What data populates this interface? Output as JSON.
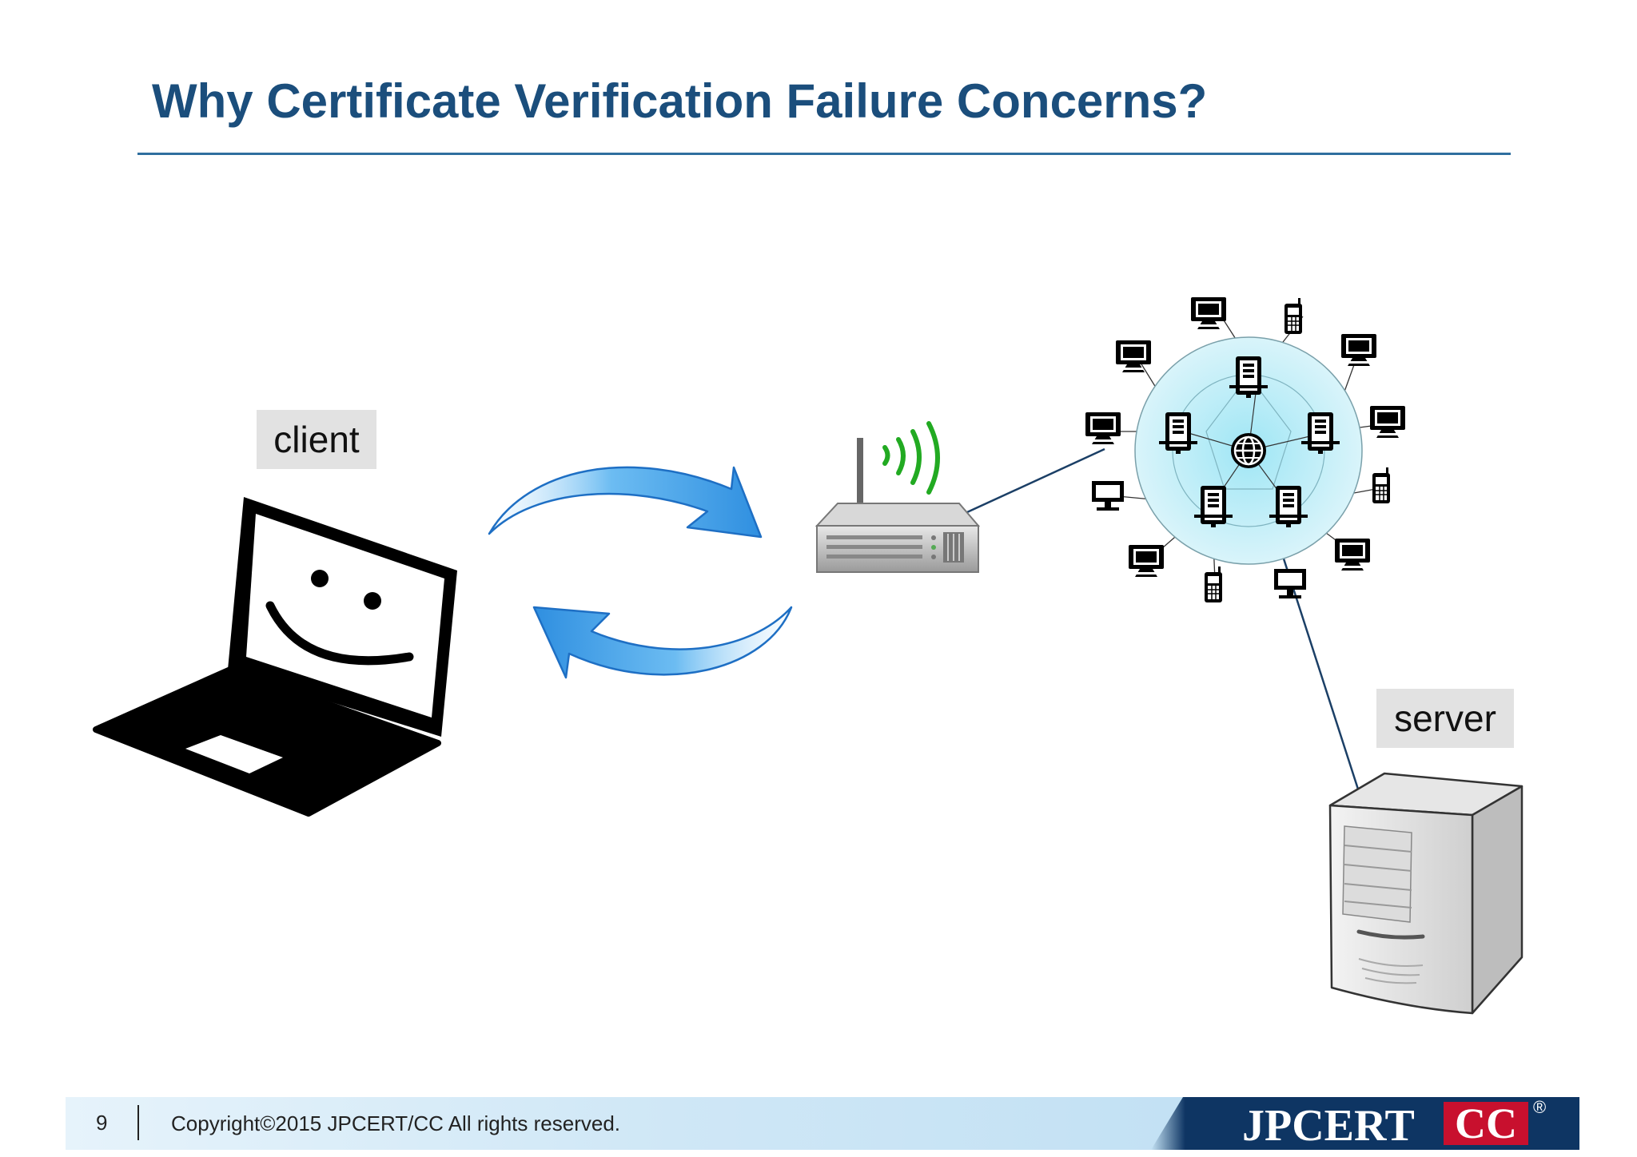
{
  "title": "Why Certificate Verification Failure Concerns?",
  "labels": {
    "client": "client",
    "server": "server"
  },
  "footer": {
    "page_number": "9",
    "copyright": "Copyright©2015 JPCERT/CC All rights reserved.",
    "logo_text": "JPCERT",
    "logo_cc": "CC",
    "logo_reg": "®"
  },
  "colors": {
    "title": "#1b4e7c",
    "arrow_blue": "#4aa8ec",
    "wifi_green": "#22aa22",
    "network_fill": "#c8eef8",
    "link_line": "#1b3f66",
    "logo_navy": "#0e3563",
    "logo_red": "#c8102e"
  },
  "icons": [
    "laptop-smiley-icon",
    "exchange-arrows-icon",
    "wifi-router-icon",
    "network-cloud-icon",
    "tower-server-icon"
  ]
}
